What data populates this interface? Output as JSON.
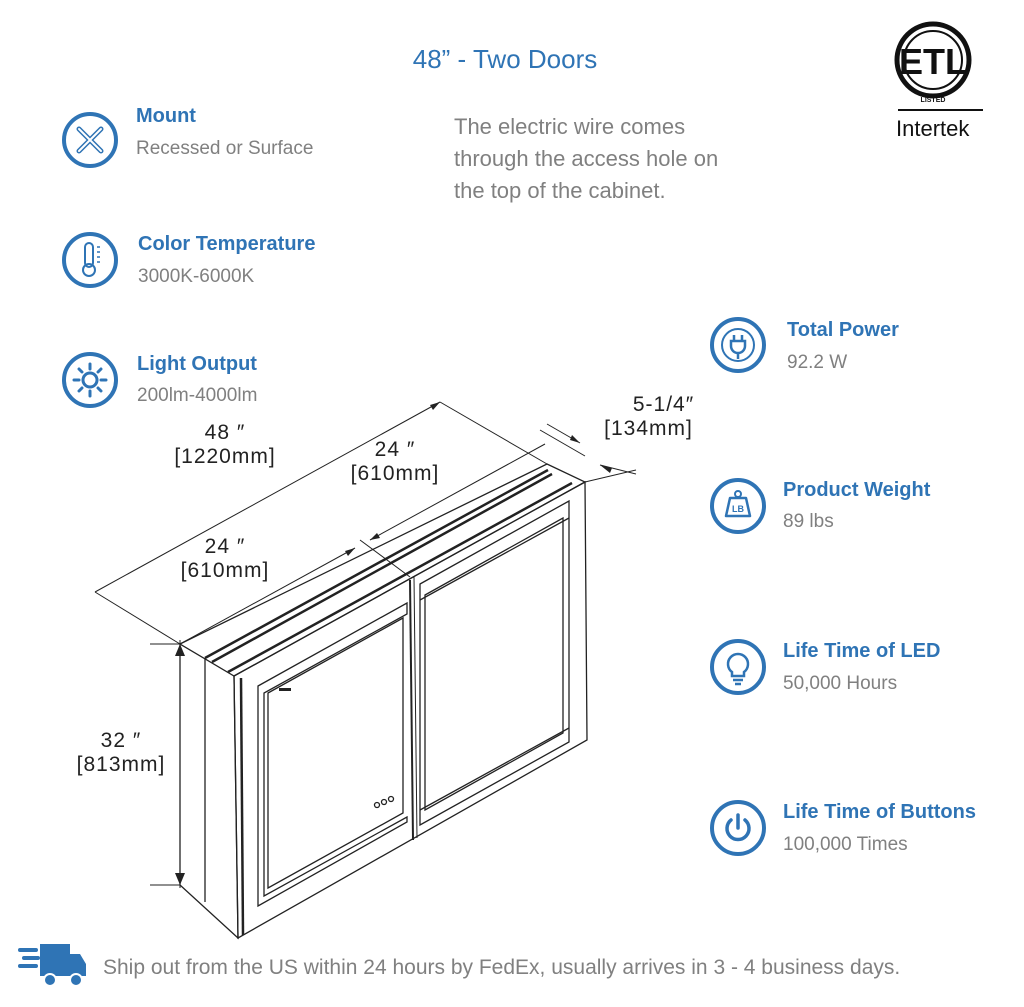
{
  "title": "48” - Two Doors",
  "note": "The electric wire comes through the access hole on the top of the cabinet.",
  "certification": {
    "logo_text": "ETL",
    "listed": "LISTED",
    "brand": "Intertek"
  },
  "brand_color": "#2f74b5",
  "specs_left": [
    {
      "label": "Mount",
      "value": "Recessed or Surface",
      "icon": "tools-icon"
    },
    {
      "label": "Color Temperature",
      "value": "3000K-6000K",
      "icon": "thermometer-icon"
    },
    {
      "label": "Light Output",
      "value": "200lm-4000lm",
      "icon": "sun-icon"
    }
  ],
  "specs_right": [
    {
      "label": "Total Power",
      "value": "92.2 W",
      "icon": "plug-icon"
    },
    {
      "label": "Product Weight",
      "value": "89 lbs",
      "icon": "weight-icon",
      "icon_text": "LB"
    },
    {
      "label": "Life Time of LED",
      "value": "50,000 Hours",
      "icon": "bulb-icon"
    },
    {
      "label": "Life Time of Buttons",
      "value": "100,000 Times",
      "icon": "power-icon"
    }
  ],
  "dimensions": {
    "width": {
      "in": "48 ″",
      "mm": "[1220mm]"
    },
    "door_right": {
      "in": "24 ″",
      "mm": "[610mm]"
    },
    "door_left": {
      "in": "24 ″",
      "mm": "[610mm]"
    },
    "height": {
      "in": "32 ″",
      "mm": "[813mm]"
    },
    "depth": {
      "in": "5-1/4″",
      "mm": "[134mm]"
    }
  },
  "shipping": "Ship out from the US within 24 hours by FedEx, usually arrives in 3 - 4 business days."
}
